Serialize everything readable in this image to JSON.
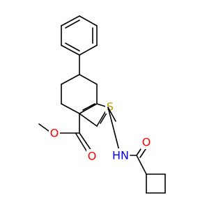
{
  "colors": {
    "background": "#ffffff",
    "bond": "#000000",
    "oxygen": "#ff0000",
    "nitrogen": "#0000ff",
    "sulfur": "#b8a000"
  },
  "atoms": {
    "sulfur": "S",
    "amide_nh": "HN",
    "ester_carbonyl_o": "O",
    "ester_ether_o": "O",
    "amide_carbonyl_o": "O"
  }
}
